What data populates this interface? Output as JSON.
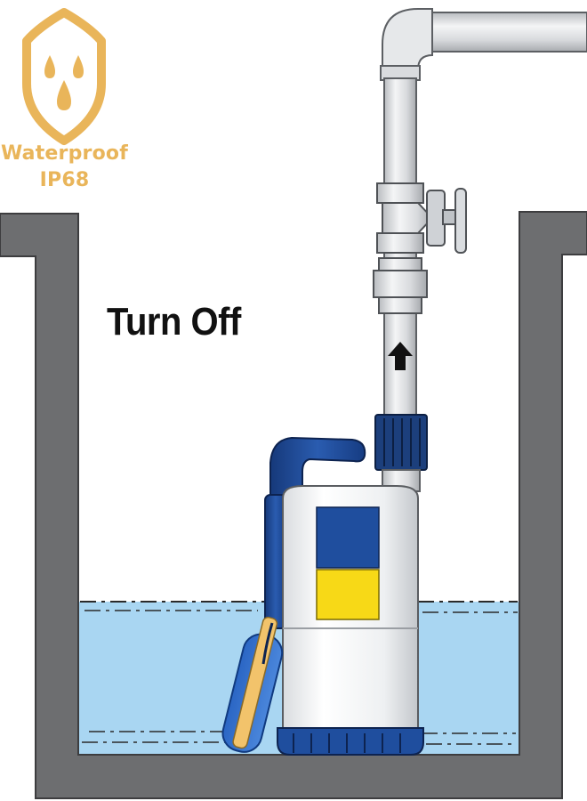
{
  "badge": {
    "line1": "Waterproof",
    "line2": "IP68",
    "color": "#e9b55a",
    "icon": "shield-water-drops-icon"
  },
  "headline": "Turn Off",
  "colors": {
    "water": "#a9d6f2",
    "pit_wall": "#6d6e70",
    "pump_blue": "#1f4e9e",
    "pump_yellow": "#f7d917",
    "float_yellow": "#f2c36b",
    "pipe": "#dfe1e4"
  }
}
